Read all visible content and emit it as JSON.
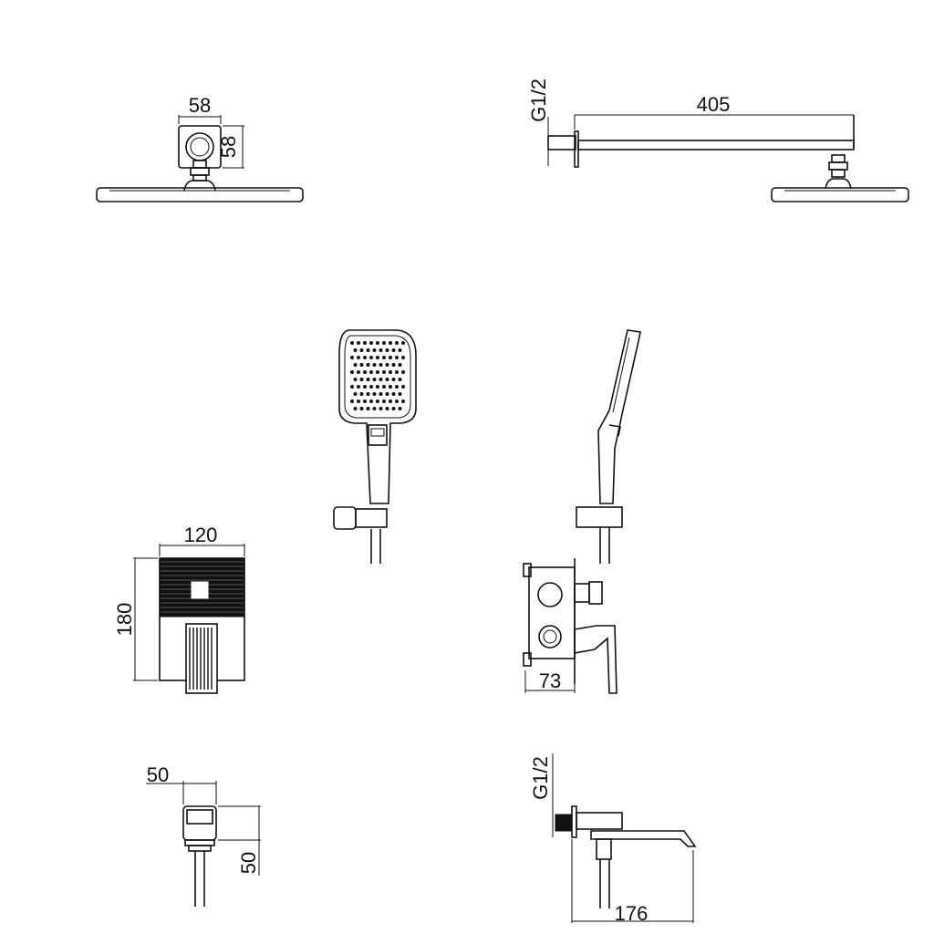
{
  "drawing": {
    "shower_head_front": {
      "width": "58",
      "height": "58"
    },
    "shower_head_side": {
      "thread": "G1/2",
      "arm_length": "405"
    },
    "mixer_front": {
      "width": "120",
      "height": "180"
    },
    "mixer_side": {
      "depth": "73"
    },
    "hose_outlet": {
      "width": "50",
      "height": "50"
    },
    "spout": {
      "thread": "G1/2",
      "length": "176"
    }
  }
}
